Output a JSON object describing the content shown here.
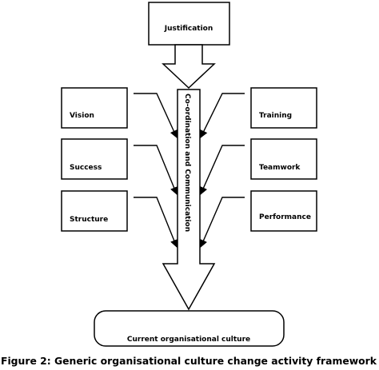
{
  "diagram": {
    "top_box": "Justification",
    "central_label": "Co-ordination and Communication",
    "left_boxes": [
      "Vision",
      "Success",
      "Structure"
    ],
    "right_boxes": [
      "Training",
      "Teamwork",
      "Performance"
    ],
    "bottom_box": "Current organisational culture"
  },
  "caption": "Figure 2: Generic organisational culture change activity framework"
}
